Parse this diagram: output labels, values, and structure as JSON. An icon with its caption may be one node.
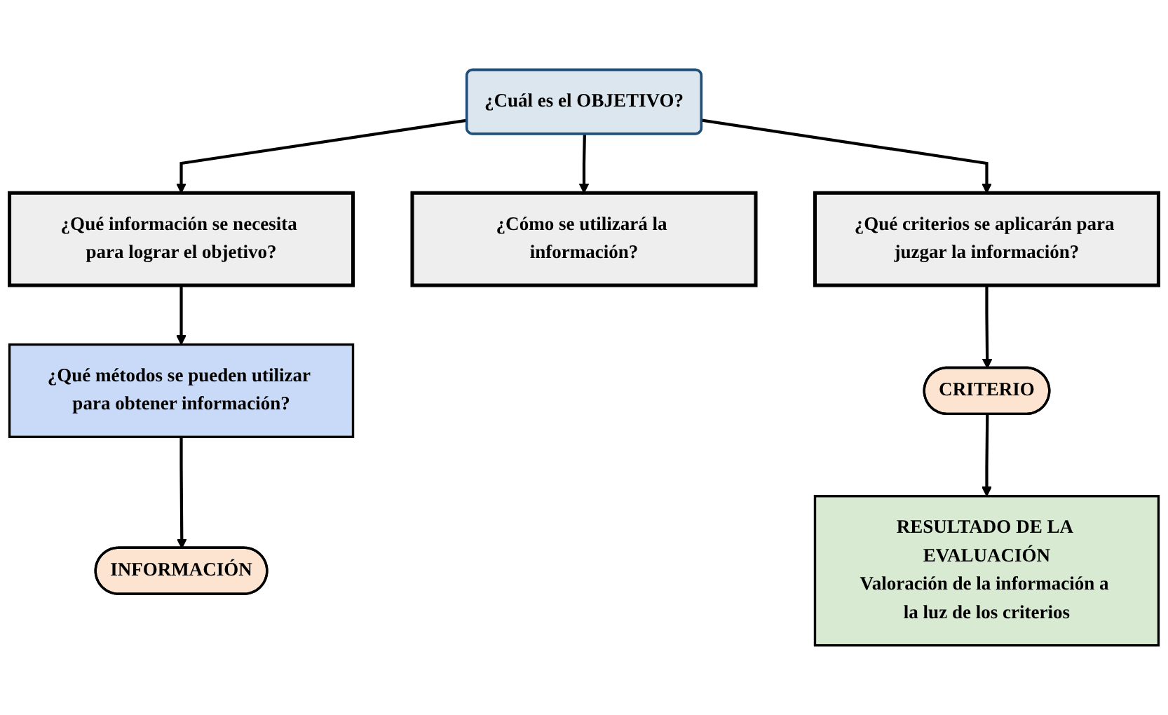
{
  "diagram": {
    "nodes": [
      {
        "text": [
          "¿Cuál es el OBJETIVO?"
        ]
      },
      {
        "text": [
          "¿Qué información se necesita para lograr el objetivo?"
        ]
      },
      {
        "text": [
          "¿Cómo se utilizará la información?"
        ]
      },
      {
        "text": [
          "¿Qué criterios se aplicarán para juzgar la información?"
        ]
      },
      {
        "text": [
          "¿Qué métodos se pueden utilizar para obtener información?"
        ]
      },
      {
        "text": [
          "CRITERIO"
        ]
      },
      {
        "text": [
          "INFORMACIÓN"
        ]
      },
      {
        "text": [
          "RESULTADO DE LA EVALUACIÓN",
          "Valoración de la información a la luz de los criterios"
        ]
      }
    ],
    "edges": [
      {
        "from": 0,
        "to": 1,
        "arrow": "to"
      },
      {
        "from": 0,
        "to": 2,
        "arrow": "to"
      },
      {
        "from": 0,
        "to": 3,
        "arrow": "to"
      },
      {
        "from": 1,
        "to": 4,
        "arrow": "to"
      },
      {
        "from": 3,
        "to": 5,
        "arrow": "to"
      },
      {
        "from": 4,
        "to": 6,
        "arrow": "to"
      },
      {
        "from": 5,
        "to": 7,
        "arrow": "to"
      }
    ]
  }
}
